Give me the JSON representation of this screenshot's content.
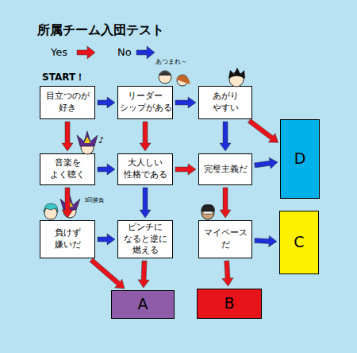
{
  "diagram": {
    "title": "所属チーム入団テスト",
    "nodes": [
      {
        "text": [
          "目立つのが 好き"
        ]
      },
      {
        "text": [
          "リーダー シップがある"
        ]
      },
      {
        "text": [
          "あがり やすい"
        ]
      },
      {
        "text": [
          "音楽を よく聴く"
        ]
      },
      {
        "text": [
          "大人しい 性格である"
        ]
      },
      {
        "text": [
          "完璧主義だ"
        ]
      },
      {
        "text": [
          "負けず 嫌いだ"
        ]
      },
      {
        "text": [
          "ピンチに なると逆に 燃える"
        ]
      },
      {
        "text": [
          "マイペース だ"
        ]
      },
      {
        "text": [
          "D"
        ]
      },
      {
        "text": [
          "C"
        ]
      },
      {
        "text": [
          "A"
        ]
      },
      {
        "text": [
          "B"
        ]
      }
    ],
    "edges": [
      {
        "from": 0,
        "to": 3,
        "arrow": "to"
      },
      {
        "from": 0,
        "to": 1,
        "arrow": "to"
      },
      {
        "from": 1,
        "to": 4,
        "arrow": "to"
      },
      {
        "from": 1,
        "to": 2,
        "arrow": "to"
      },
      {
        "from": 2,
        "to": 9,
        "arrow": "to"
      },
      {
        "from": 2,
        "to": 5,
        "arrow": "to"
      },
      {
        "from": 3,
        "to": 6,
        "arrow": "to"
      },
      {
        "from": 3,
        "to": 4,
        "arrow": "to"
      },
      {
        "from": 4,
        "to": 5,
        "arrow": "to"
      },
      {
        "from": 4,
        "to": 7,
        "arrow": "to"
      },
      {
        "from": 5,
        "to": 9,
        "arrow": "to"
      },
      {
        "from": 5,
        "to": 8,
        "arrow": "to"
      },
      {
        "from": 6,
        "to": 11,
        "arrow": "to"
      },
      {
        "from": 6,
        "to": 7,
        "arrow": "to"
      },
      {
        "from": 7,
        "to": 11,
        "arrow": "to"
      },
      {
        "from": 8,
        "to": 10,
        "arrow": "to"
      },
      {
        "from": 8,
        "to": 12,
        "arrow": "to"
      }
    ],
    "labels": [
      "START！",
      "あつまれ～",
      "♪",
      "3回勝負"
    ],
    "legend": [
      {
        "text": "Yes"
      },
      {
        "text": "No"
      }
    ]
  }
}
